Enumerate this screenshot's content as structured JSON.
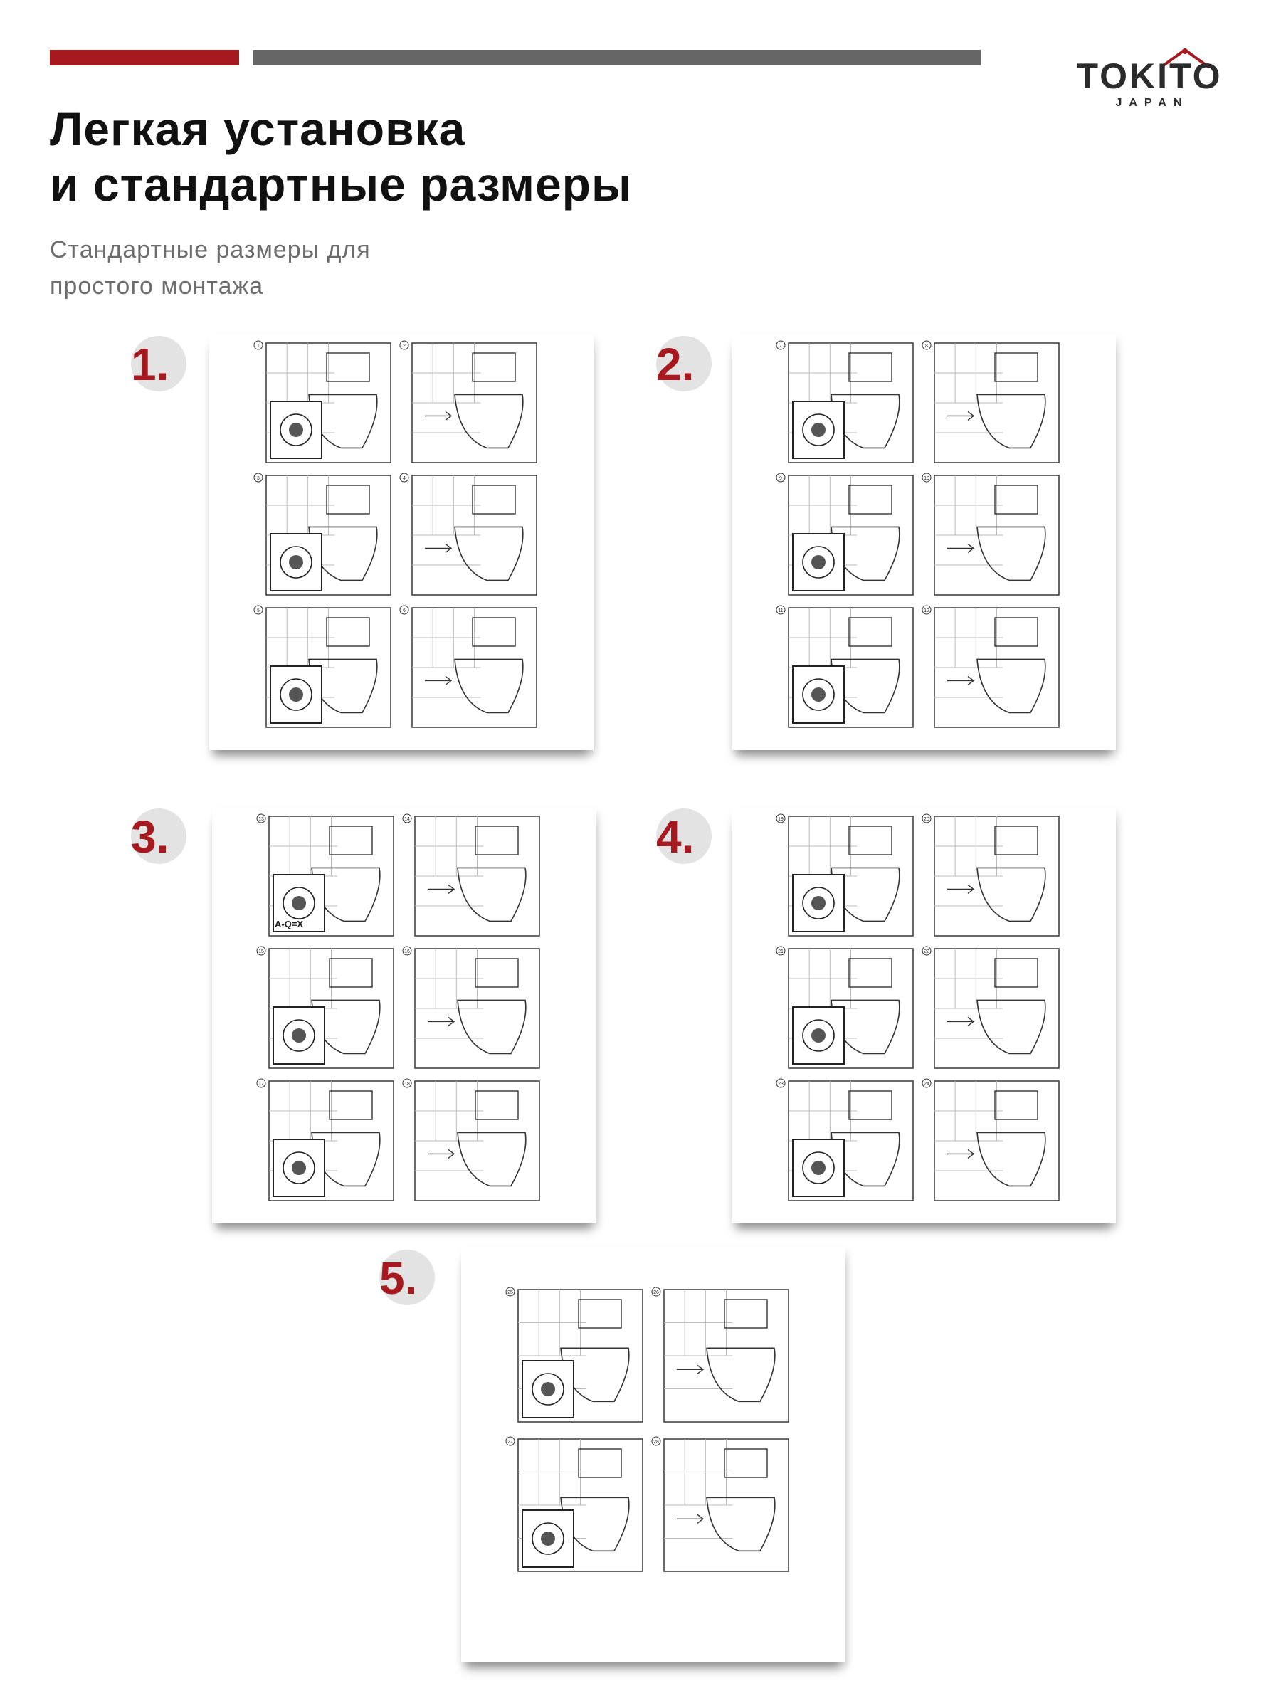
{
  "brand": {
    "name": "TOKITO",
    "sub": "JAPAN",
    "accent_color": "#a6191e",
    "gray_color": "#666666"
  },
  "header": {
    "title_lines": [
      "Легкая установка",
      "и стандартные размеры"
    ],
    "subtitle_lines": [
      "Стандартные размеры для",
      "простого монтажа"
    ]
  },
  "steps": [
    {
      "label": "1.",
      "panel_numbers": [
        "1",
        "2",
        "3",
        "4",
        "5",
        "6"
      ]
    },
    {
      "label": "2.",
      "panel_numbers": [
        "7",
        "8",
        "9",
        "10",
        "11",
        "12"
      ]
    },
    {
      "label": "3.",
      "panel_numbers": [
        "13",
        "14",
        "15",
        "16",
        "17",
        "18"
      ],
      "annotation": "A-Q=X"
    },
    {
      "label": "4.",
      "panel_numbers": [
        "19",
        "20",
        "21",
        "22",
        "23",
        "24"
      ]
    },
    {
      "label": "5.",
      "panel_numbers": [
        "25",
        "26",
        "27",
        "28"
      ]
    }
  ]
}
